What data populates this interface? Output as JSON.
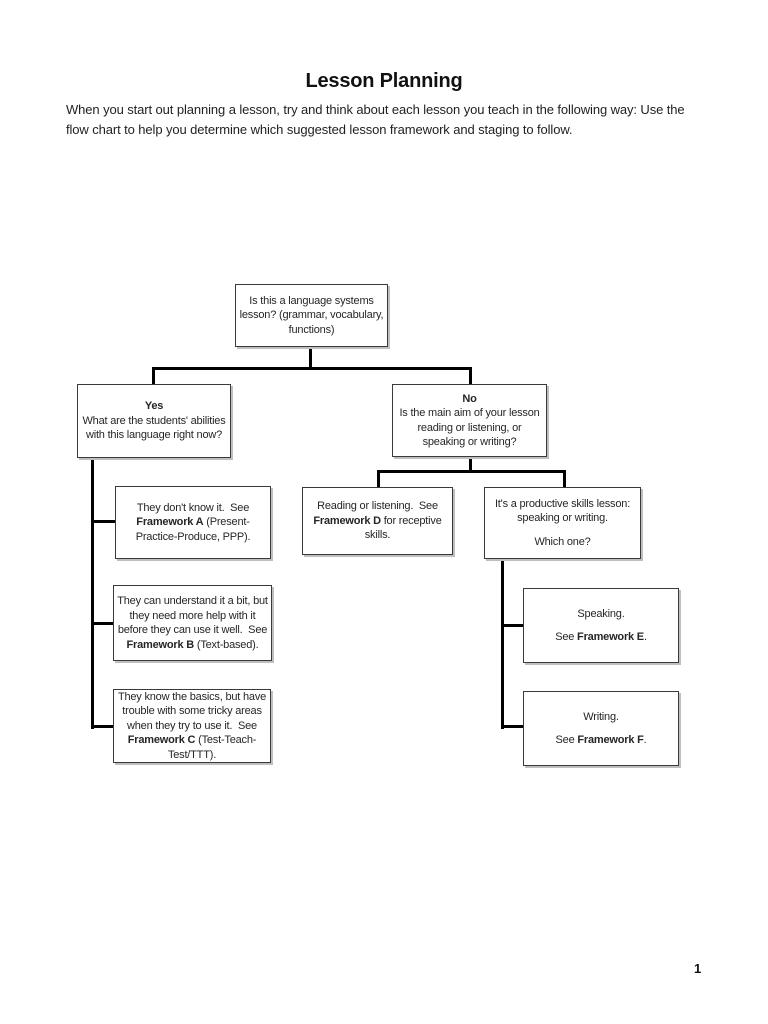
{
  "page": {
    "title": "Lesson Planning",
    "intro": "When you start out planning a lesson, try and think about each lesson you teach in the following way: Use the flow chart to help you determine which suggested lesson framework and staging to follow.",
    "page_number": "1"
  },
  "flowchart": {
    "boxes": {
      "start": {
        "text": "Is this a language systems lesson? (grammar, vocabulary, functions)"
      },
      "yes": {
        "heading": "Yes",
        "text": "What are the students' abilities with this language right now?"
      },
      "no": {
        "heading": "No",
        "text": "Is the main aim of your lesson reading or listening, or speaking or writing?"
      },
      "framework_a": {
        "segments": [
          {
            "t": "They don't know it.  See ",
            "b": 0
          },
          {
            "t": "Framework A",
            "b": 1
          },
          {
            "t": " (Present-Practice-Produce, PPP).",
            "b": 0
          }
        ]
      },
      "framework_b": {
        "segments": [
          {
            "t": "They can understand it a bit, but they need more help with it before they can use it well.  See ",
            "b": 0
          },
          {
            "t": "Framework B",
            "b": 1
          },
          {
            "t": " (Text-based).",
            "b": 0
          }
        ]
      },
      "framework_c": {
        "segments": [
          {
            "t": "They know the basics, but have trouble with some tricky areas when they try to use it.  See ",
            "b": 0
          },
          {
            "t": "Framework C",
            "b": 1
          },
          {
            "t": " (Test-Teach-Test/TTT).",
            "b": 0
          }
        ]
      },
      "framework_d": {
        "segments": [
          {
            "t": "Reading or listening.  See ",
            "b": 0
          },
          {
            "t": "Framework D",
            "b": 1
          },
          {
            "t": " for receptive skills.",
            "b": 0
          }
        ]
      },
      "productive": {
        "line1": "It's a productive skills lesson: speaking or writing.",
        "line2": "Which one?"
      },
      "speaking": {
        "line1": "Speaking.",
        "line2_segments": [
          {
            "t": "See ",
            "b": 0
          },
          {
            "t": "Framework E",
            "b": 1
          },
          {
            "t": ".",
            "b": 0
          }
        ]
      },
      "writing": {
        "line1": "Writing.",
        "line2_segments": [
          {
            "t": "See ",
            "b": 0
          },
          {
            "t": "Framework F",
            "b": 1
          },
          {
            "t": ".",
            "b": 0
          }
        ]
      }
    }
  },
  "colors": {
    "box_border": "#3a3a3a",
    "box_shadow": "#bfbfbf",
    "connector": "#000000",
    "text": "#1f1f1f",
    "background": "#ffffff"
  }
}
